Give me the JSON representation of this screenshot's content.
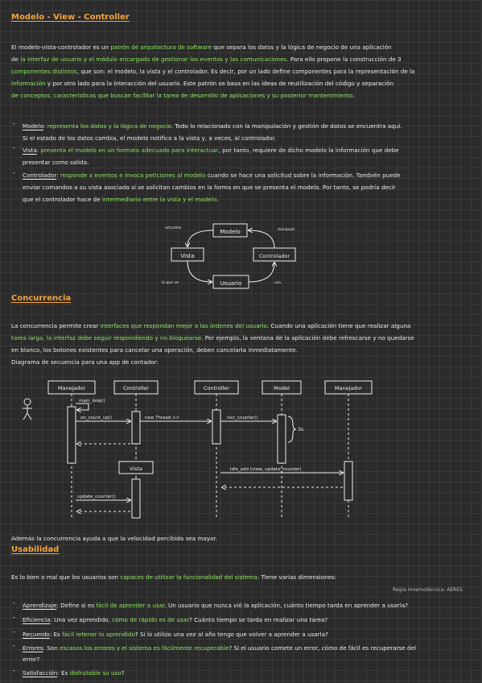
{
  "mvc": {
    "title": "Modelo - View - Controller",
    "intro": [
      {
        "a": "El modelo-vista-controlador es un ",
        "g": "patrón de arquitectura de software",
        "b": " que separa los datos y la lógica de negocio de una aplicación"
      },
      {
        "a": "de ",
        "g": "la interfaz de usuario y el módulo encargado de gestionar los eventos y las comunicaciones",
        "b": ". Para ello propone la construcción de 3"
      },
      {
        "a": "",
        "g": "componentes distintos",
        "b": ", que son: el modelo, la vista y el controlador. Es decir, por un lado define componentes para la representación de la"
      },
      {
        "a": "",
        "g": "información",
        "b": " y por otro lado para la interacción del usuario. Este patrón se basa en las ideas de reutilización del código y separación"
      },
      {
        "a": "",
        "g": "de conceptos, características que buscan facilitar la tarea de desarrollo de aplicaciones y su posterior mantenimiento",
        "b": "."
      }
    ],
    "bullets": [
      {
        "term": "Modelo",
        "lines": [
          {
            "a": ": ",
            "g": "representa los datos y la lógica de negocio",
            "b": ". Todo lo relacionado con la manipulación y gestión de datos se encuentra aquí."
          },
          {
            "a": "Si el estado de los datos cambia, el modelo notifica a la vista y, a veces, al controlador.",
            "g": "",
            "b": ""
          }
        ]
      },
      {
        "term": "Vista",
        "lines": [
          {
            "a": ": ",
            "g": "presenta el modelo en un formato adecuado para interactuar",
            "b": ", por tanto, requiere de dicho modelo la información que debe"
          },
          {
            "a": "presentar como salida.",
            "g": "",
            "b": ""
          }
        ]
      },
      {
        "term": "Controlador",
        "lines": [
          {
            "a": ": ",
            "g": "responde a eventos e invoca peticiones al modelo",
            "b": " cuando se hace una solicitud sobre la información. También puede"
          },
          {
            "a": "enviar comandos a su vista asociada si se solicitan cambios en la forma en que se presenta el modelo. Por tanto, se podría decir",
            "g": "",
            "b": ""
          },
          {
            "a": "que el controlador hace de ",
            "g": "intermediario entre la vista y el modelo",
            "b": "."
          }
        ]
      }
    ],
    "diagram": {
      "modelo": "Modelo",
      "vista": "Vista",
      "controlador": "Controlador",
      "usuario": "Usuario",
      "actualiza": "actualiza",
      "manipula": "manipula",
      "lo_que_ve": "lo que ve",
      "usa": "usa"
    }
  },
  "concurrencia": {
    "title": "Concurrencia",
    "paragraph": [
      {
        "a": "La concurrencia permite crear ",
        "g": "interfaces que respondan mejor a las órdenes del usuario",
        "b": ". Cuando una aplicación tiene que realizar alguna"
      },
      {
        "a": "",
        "g": "tarea larga, la interfaz debe seguir respondiendo y no bloquearse",
        "b": ". Por ejemplo, la ventana de la aplicación debe refrescarse y no quedarse"
      },
      {
        "a": "en blanco, los botones existentes para cancelar una operación, deben cancelarla inmediatamente.",
        "g": "",
        "b": ""
      }
    ],
    "seq_caption": "Diagrama de secuencia para una app de contador:",
    "seq": {
      "manejador1": "Manejador",
      "controller1": "Controller",
      "controller2": "Controller",
      "model": "Model",
      "manejador2": "Manejador",
      "vista": "Vista",
      "main_loop": "main_loop()",
      "on_count_up": "on_count_up()",
      "new_thread": "new Thread >>",
      "incr_counter": "incr_counter()",
      "three_s": "3s",
      "idle_add": "idle_add (view, update_counter)",
      "update_counter": "update_counter()"
    },
    "footer": "Además la concurrencia ayuda a que la velocidad percibida sea mayor."
  },
  "usabilidad": {
    "title": "Usabilidad",
    "intro": {
      "a": "Es lo bien o mal que los usuarios son ",
      "g": "capaces de utilizar la funcionalidad del sistema",
      "b": ". Tiene varias dimensiones:"
    },
    "mnemonic": "Regla mnemotécnica: AERES",
    "items": [
      {
        "term": "Aprendizaje",
        "lines": [
          {
            "a": ": Define si es ",
            "g": "fácil de aprender a usar",
            "b": ". Un usuario que nunca vió la aplicación, cuánto tiempo tarda en aprender a usarla?"
          }
        ]
      },
      {
        "term": "Eficiencia",
        "lines": [
          {
            "a": ": Una vez aprendido, ",
            "g": "cómo de rápido es de usar",
            "b": "? Cuánto tiempo se tarda en realizar una tarea?"
          }
        ]
      },
      {
        "term": "Recuerdo",
        "lines": [
          {
            "a": ": Es ",
            "g": "fácil retener lo aprendido",
            "b": "? Si lo utilizo una vez al año tengo que volver a aprender a usarla?"
          }
        ]
      },
      {
        "term": "Errores",
        "lines": [
          {
            "a": ": Son ",
            "g": "escasos los errores y el sistema es fácilmente recuperable",
            "b": "? Si el usuario comete un error, cómo de fácil es recuperarse del"
          },
          {
            "a": "error?",
            "g": "",
            "b": ""
          }
        ]
      },
      {
        "term": "Satisfacción",
        "lines": [
          {
            "a": ": Es ",
            "g": "disfrutable su uso",
            "b": "?"
          }
        ]
      }
    ]
  }
}
